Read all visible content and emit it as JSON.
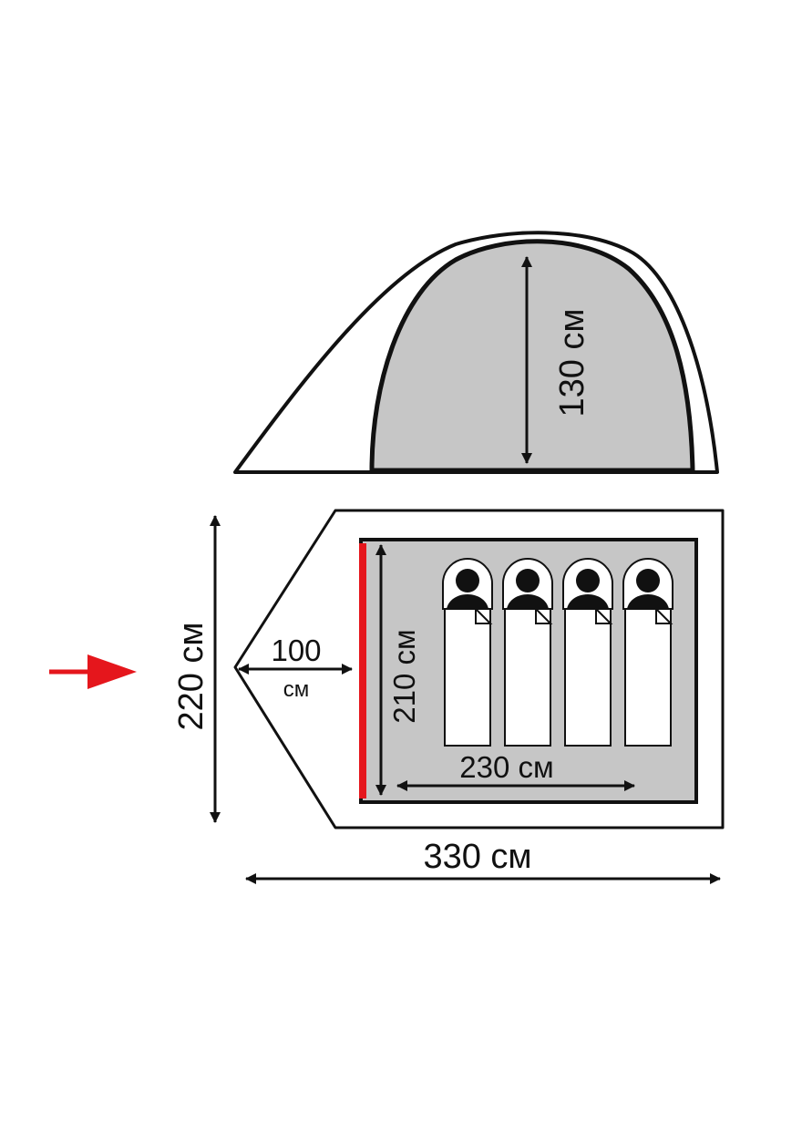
{
  "colors": {
    "outline": "#111111",
    "floor_fill": "#c6c6c6",
    "sleeping_bag_fill": "#ffffff",
    "person_fill": "#111111",
    "entrance_marker": "#e5161c",
    "arrow_accent": "#e5161c"
  },
  "side_view": {
    "height_label": "130 см"
  },
  "top_view": {
    "width_label": "220 см",
    "vestibule_depth_value": "100",
    "vestibule_depth_unit": "см",
    "inner_length_label": "210 см",
    "inner_width_label": "230 см",
    "total_length_label": "330 см",
    "sleeping_places": 4
  },
  "icons": {
    "entrance_arrow": "arrow-right-icon",
    "person": "person-silhouette-icon"
  }
}
